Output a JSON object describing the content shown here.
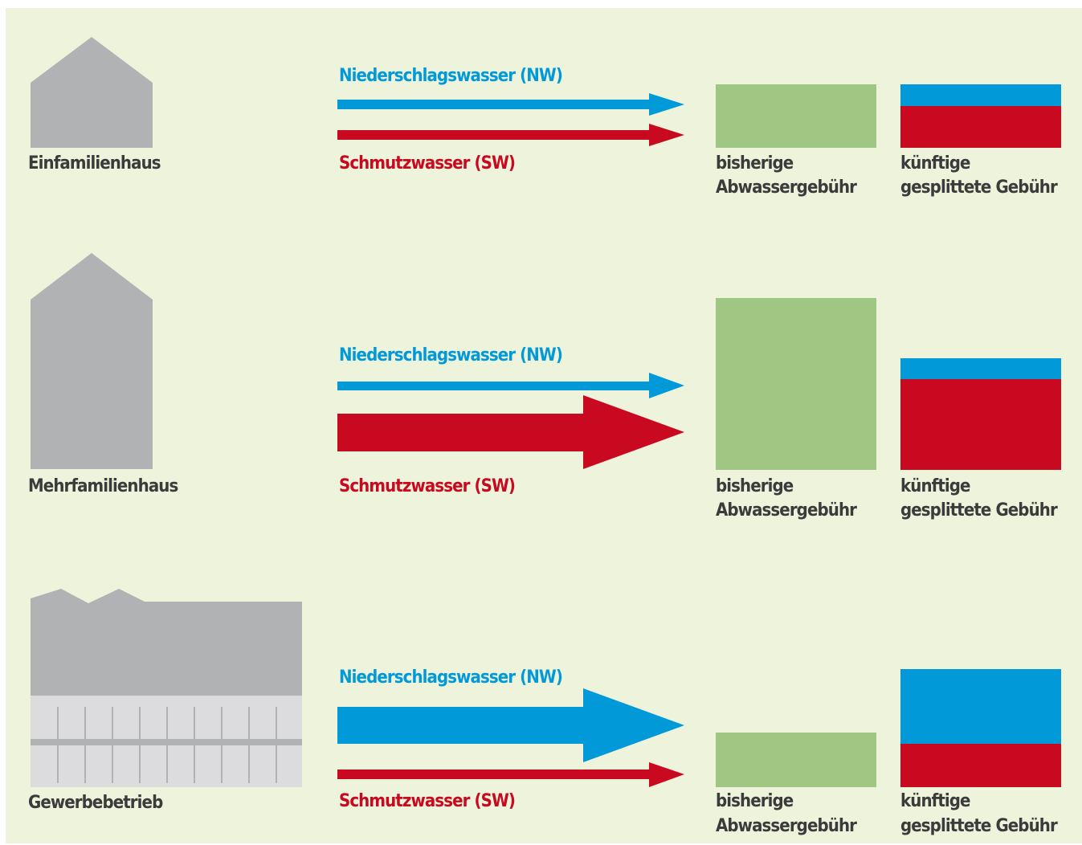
{
  "colors": {
    "background": "#eef3dc",
    "building": "#b1b2b4",
    "building_light": "#dcdcde",
    "nw_blue": "#0199d8",
    "sw_red": "#c8091f",
    "fee_green": "#a0c683",
    "text": "#3b3b3b"
  },
  "rows": [
    {
      "building_label": "Einfamilienhaus",
      "nw_label": "Niederschlagswasser (NW)",
      "sw_label": "Schmutzwasser (SW)",
      "old_fee_label_1": "bisherige",
      "old_fee_label_2": "Abwassergebühr",
      "new_fee_label_1": "künftige",
      "new_fee_label_2": "gesplittete Gebühr"
    },
    {
      "building_label": "Mehrfamilienhaus",
      "nw_label": "Niederschlagswasser (NW)",
      "sw_label": "Schmutzwasser (SW)",
      "old_fee_label_1": "bisherige",
      "old_fee_label_2": "Abwassergebühr",
      "new_fee_label_1": "künftige",
      "new_fee_label_2": "gesplittete Gebühr"
    },
    {
      "building_label": "Gewerbebetrieb",
      "nw_label": "Niederschlagswasser (NW)",
      "sw_label": "Schmutzwasser (SW)",
      "old_fee_label_1": "bisherige",
      "old_fee_label_2": "Abwassergebühr",
      "new_fee_label_1": "künftige",
      "new_fee_label_2": "gesplittete Gebühr"
    }
  ]
}
